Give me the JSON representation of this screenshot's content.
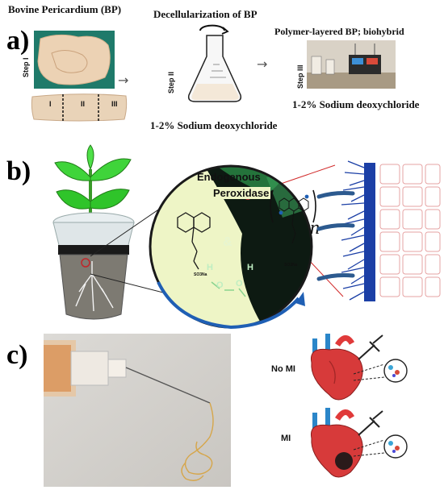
{
  "panel_a": {
    "letter": "a)",
    "title_bp": "Bovine Pericardium (BP)",
    "title_decell": "Decellularization of BP",
    "title_polymer": "Polymer-layered BP; biohybrid",
    "step1": "Step I",
    "step2": "Step II",
    "step3": "Step III",
    "segment_labels": [
      "I",
      "II",
      "III"
    ],
    "reagent_right": "1-2% Sodium deoxychloride",
    "reagent_bottom": "1-2% Sodium deoxychloride"
  },
  "panel_b": {
    "letter": "b)",
    "endogenous": "Endogenous",
    "peroxidase": "Peroxidase",
    "ampersand": "&",
    "h1": "H",
    "o1": "O",
    "o2": "O",
    "h2": "H",
    "sulfonate_left": "SO3Na",
    "sulfonate_right": "SO3Na",
    "n": "n"
  },
  "panel_c": {
    "letter": "c)",
    "no_mi": "No MI",
    "mi": "MI"
  }
}
